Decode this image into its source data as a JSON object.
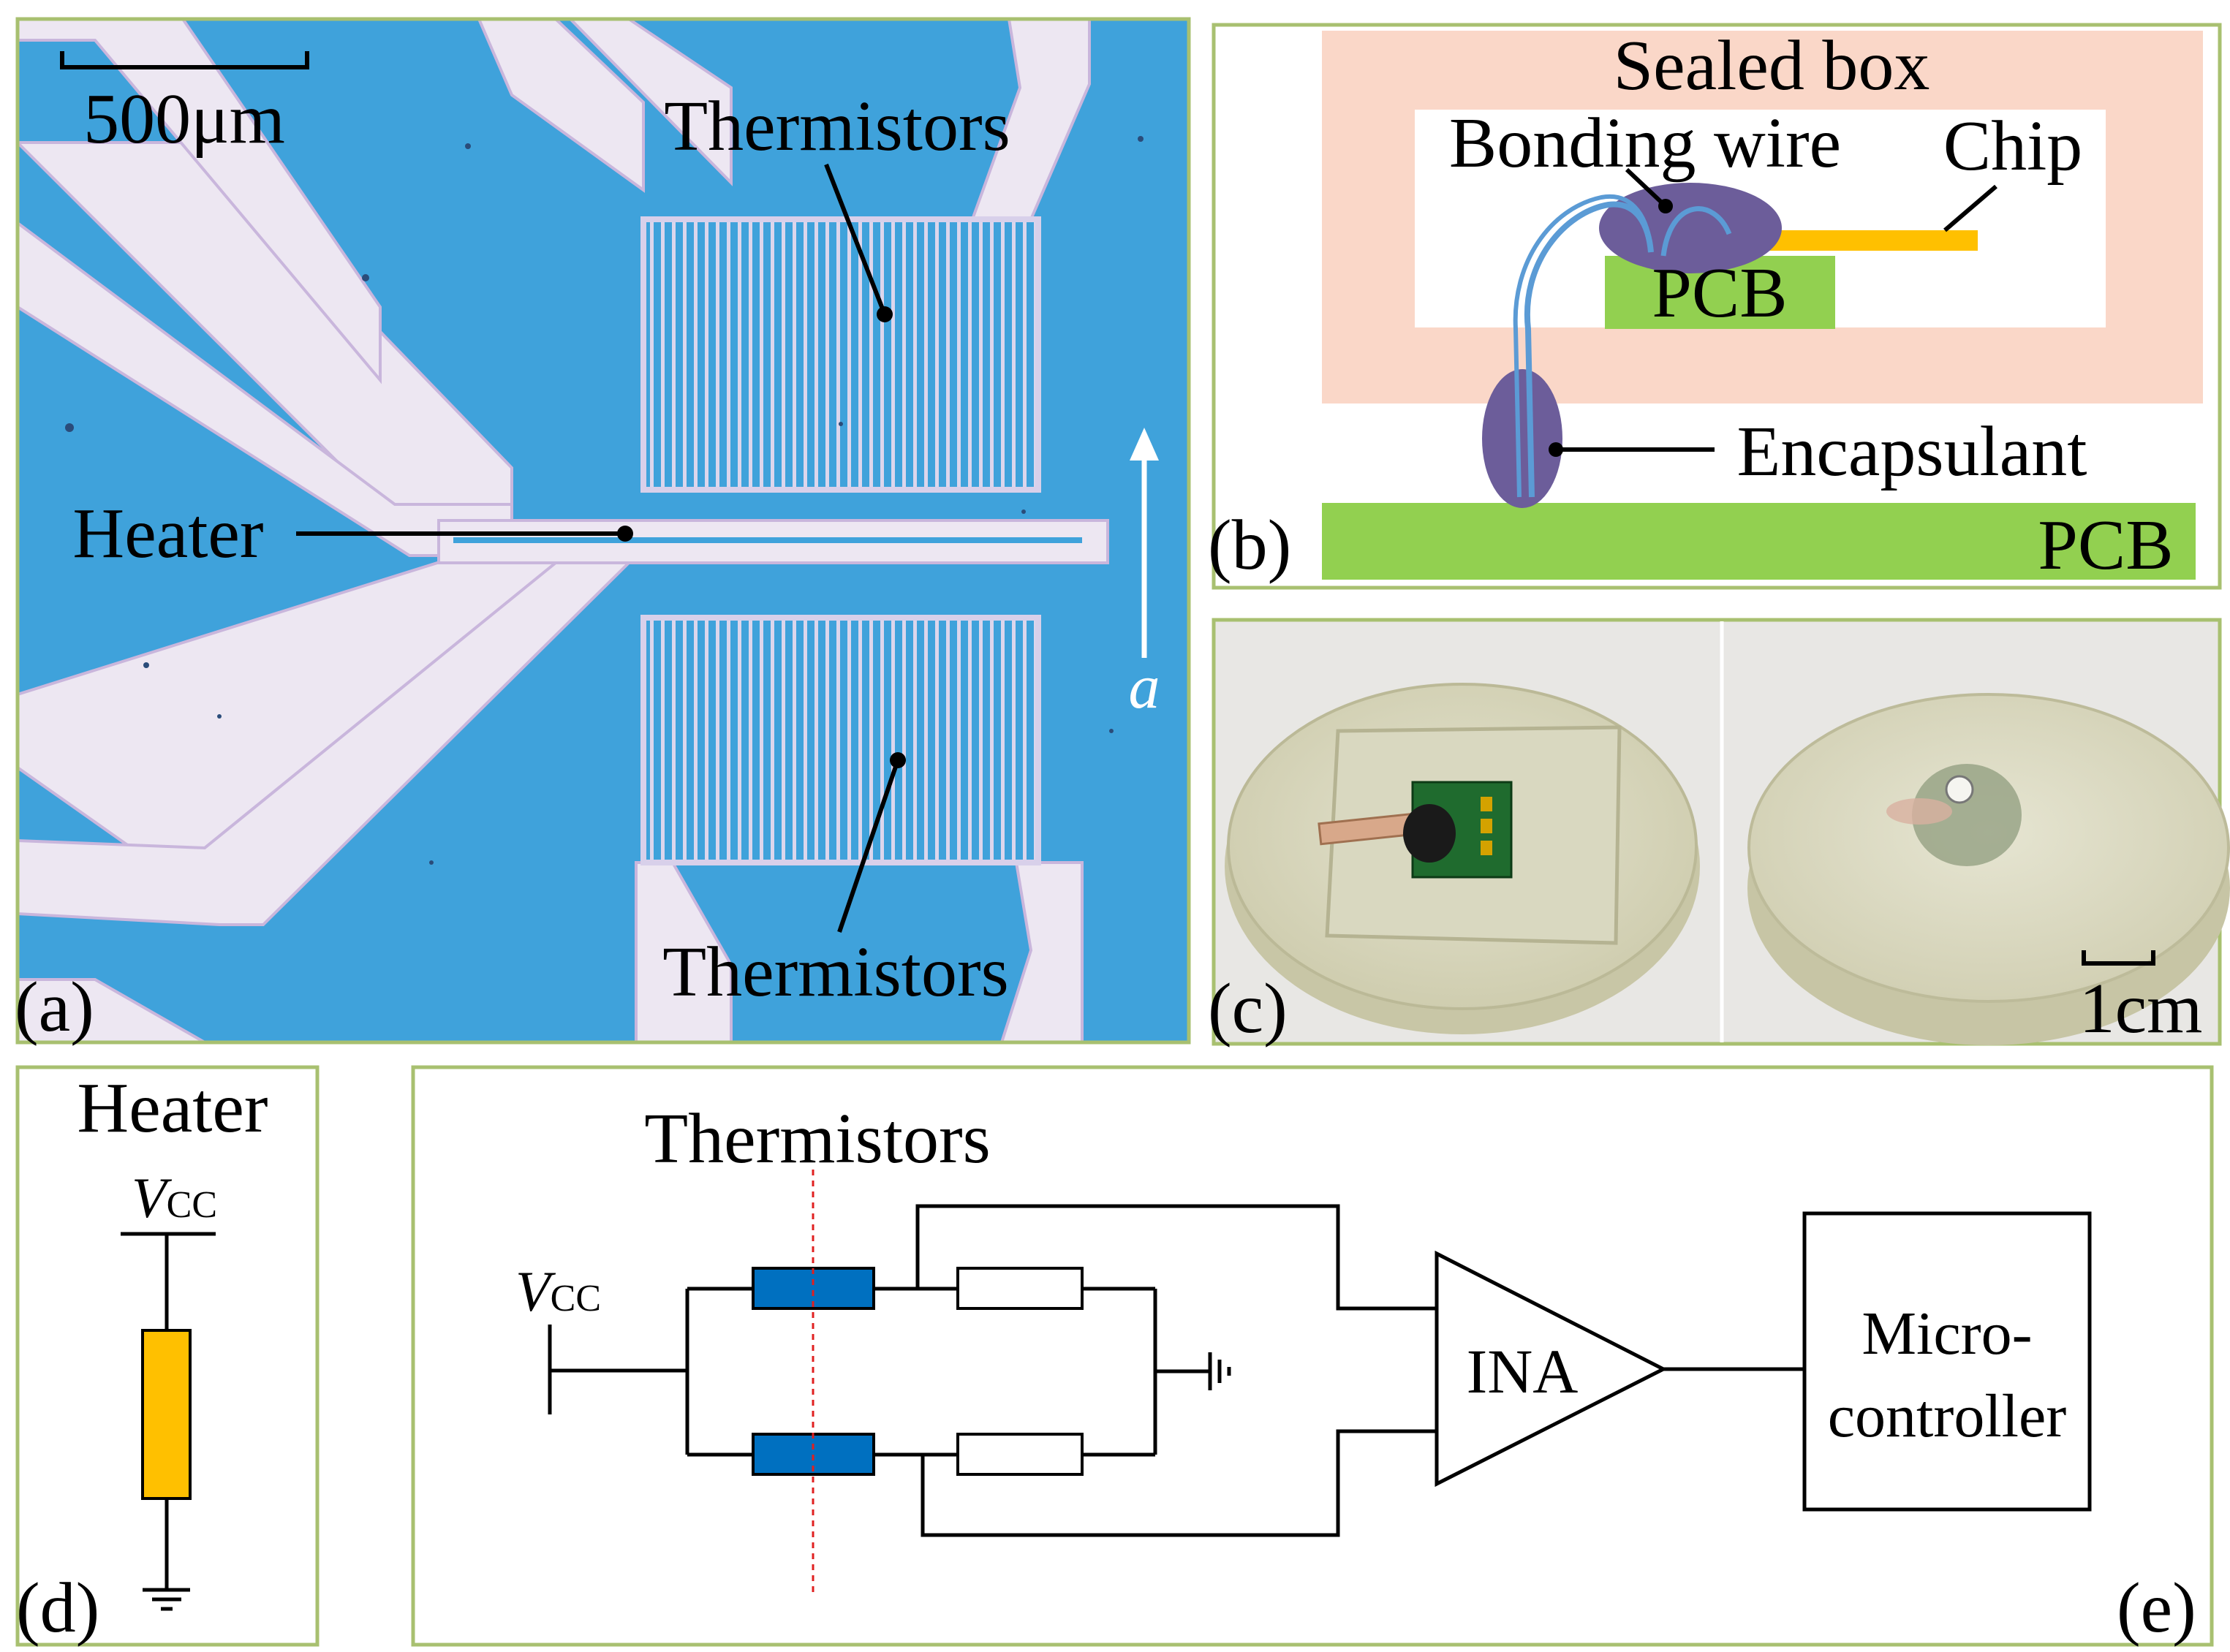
{
  "colors": {
    "panel_border": "#a8c070",
    "chip_blue": "#3fa2db",
    "metal": "#ede7f2",
    "sealed_box": "#fad7c8",
    "pcb_green": "#92d050",
    "chip_gold": "#ffc000",
    "encapsulant": "#6c5d9a",
    "wire_blue": "#5b9bd5",
    "thermistor_blue": "#0070c0",
    "heater_gold": "#ffc000",
    "cut_line_red": "#e02020"
  },
  "panel_a": {
    "label": "(a)",
    "scale_bar": "500μm",
    "thermistors_top": "Thermistors",
    "thermistors_bottom": "Thermistors",
    "heater": "Heater",
    "flow_symbol": "a"
  },
  "panel_b": {
    "label": "(b)",
    "sealed_box": "Sealed box",
    "bonding_wire": "Bonding wire",
    "chip": "Chip",
    "pcb_inner": "PCB",
    "encapsulant": "Encapsulant",
    "pcb_base": "PCB"
  },
  "panel_c": {
    "label": "(c)",
    "scale_bar": "1cm"
  },
  "panel_d": {
    "label": "(d)",
    "title": "Heater",
    "vcc_main": "V",
    "vcc_sub": "CC"
  },
  "panel_e": {
    "label": "(e)",
    "thermistors": "Thermistors",
    "vcc_main": "V",
    "vcc_sub": "CC",
    "ina": "INA",
    "micro_line1": "Micro-",
    "micro_line2": "controller"
  }
}
